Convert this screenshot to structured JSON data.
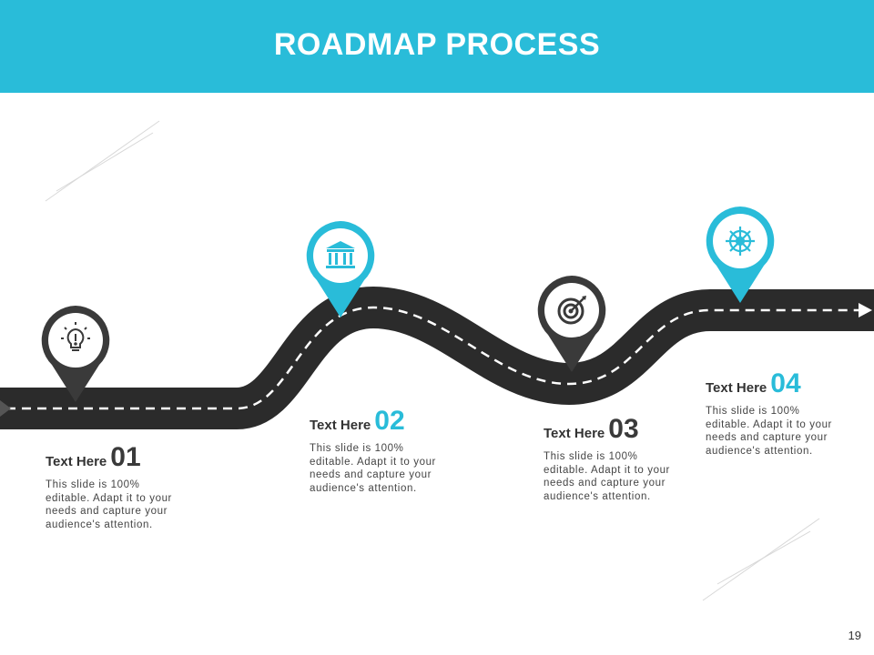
{
  "title": "ROADMAP PROCESS",
  "page_number": "19",
  "colors": {
    "accent": "#29BCD9",
    "dark": "#3a3a3a",
    "road": "#2b2b2b",
    "text": "#333333"
  },
  "steps": [
    {
      "label": "Text Here",
      "number": "01",
      "description": "This slide is 100% editable. Adapt it to your needs and capture your audience's attention.",
      "icon": "lightbulb-icon",
      "pin_color": "#3a3a3a"
    },
    {
      "label": "Text Here",
      "number": "02",
      "description": "This slide is 100% editable. Adapt it to your needs and capture your audience's attention.",
      "icon": "bank-icon",
      "pin_color": "#29BCD9"
    },
    {
      "label": "Text Here",
      "number": "03",
      "description": "This slide is 100% editable. Adapt it to your needs and capture your audience's attention.",
      "icon": "target-icon",
      "pin_color": "#3a3a3a"
    },
    {
      "label": "Text Here",
      "number": "04",
      "description": "This slide is 100% editable. Adapt it to your needs and capture your audience's attention.",
      "icon": "ship-wheel-icon",
      "pin_color": "#29BCD9"
    }
  ]
}
